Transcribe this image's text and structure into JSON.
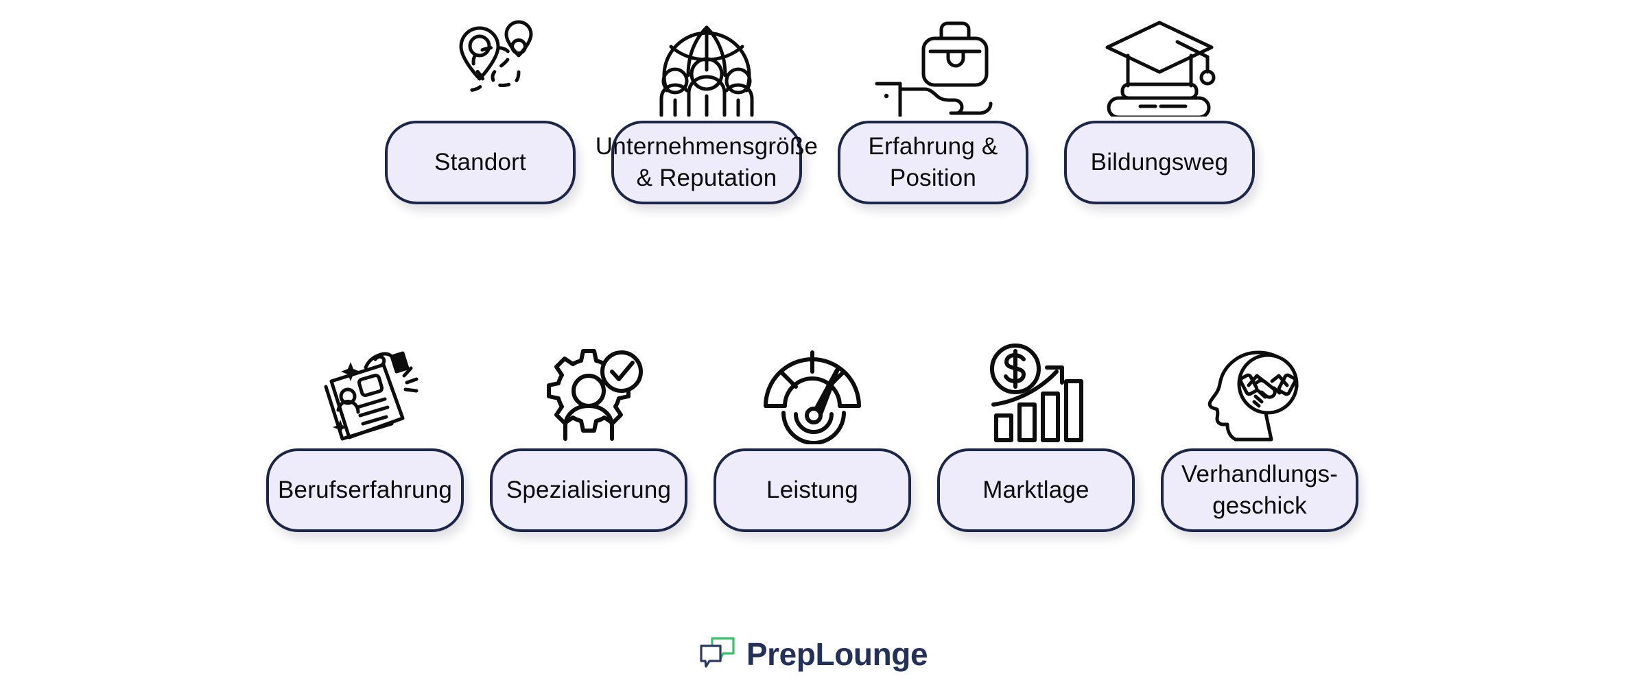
{
  "theme": {
    "background": "#ffffff",
    "card_fill": "#eeebfa",
    "card_border": "#1b2649",
    "text": "#0b0b0b",
    "logo_navy": "#22305a",
    "logo_green": "#33c46a",
    "icon_stroke": "#0d0d0d"
  },
  "rows": [
    {
      "id": "row-top",
      "items": [
        {
          "icon": "location-pin-route-icon",
          "lines": [
            "Standort"
          ]
        },
        {
          "icon": "globe-people-icon",
          "lines": [
            "Unternehmensgröße",
            "& Reputation"
          ]
        },
        {
          "icon": "briefcase-in-hand-icon",
          "lines": [
            "Erfahrung &",
            "Position"
          ]
        },
        {
          "icon": "graduation-cap-books-icon",
          "lines": [
            "Bildungsweg"
          ]
        }
      ]
    },
    {
      "id": "row-bottom",
      "items": [
        {
          "icon": "hand-holding-resume-icon",
          "lines": [
            "Berufserfahrung"
          ]
        },
        {
          "icon": "gear-person-check-icon",
          "lines": [
            "Spezialisierung"
          ]
        },
        {
          "icon": "performance-gauge-icon",
          "lines": [
            "Leistung"
          ]
        },
        {
          "icon": "dollar-growth-chart-icon",
          "lines": [
            "Marktlage"
          ]
        },
        {
          "icon": "head-handshake-icon",
          "lines": [
            "Verhandlungs-",
            "geschick"
          ]
        }
      ]
    }
  ],
  "footer": {
    "logo_icon": "preplounge-speech-bubbles-icon",
    "brand": "PrepLounge"
  }
}
